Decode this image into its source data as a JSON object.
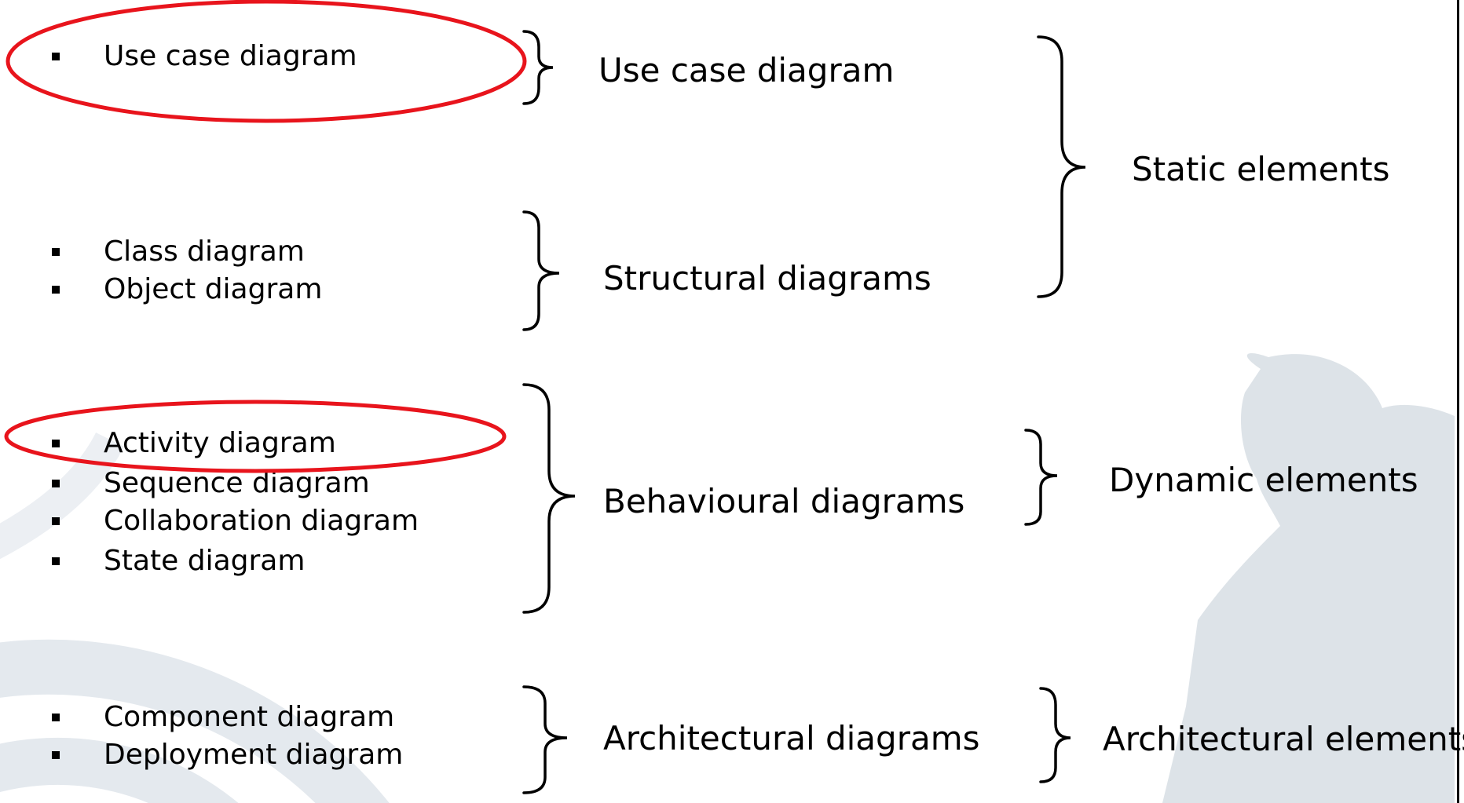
{
  "lists": {
    "use_case": [
      "Use case diagram"
    ],
    "structural": [
      "Class diagram",
      "Object diagram"
    ],
    "behavioural": [
      "Activity diagram",
      "Sequence diagram",
      "Collaboration diagram",
      "State diagram"
    ],
    "architectural": [
      "Component diagram",
      "Deployment diagram"
    ]
  },
  "groups": {
    "use_case": "Use case diagram",
    "structural": "Structural diagrams",
    "behavioural": "Behavioural diagrams",
    "architectural": "Architectural diagrams"
  },
  "elements": {
    "static": "Static elements",
    "dynamic": "Dynamic elements",
    "architectural": "Architectural elements"
  },
  "highlights": [
    "Use case diagram",
    "Activity diagram"
  ],
  "colors": {
    "highlight": "#e8141c",
    "background_art": "#dde3e8"
  }
}
